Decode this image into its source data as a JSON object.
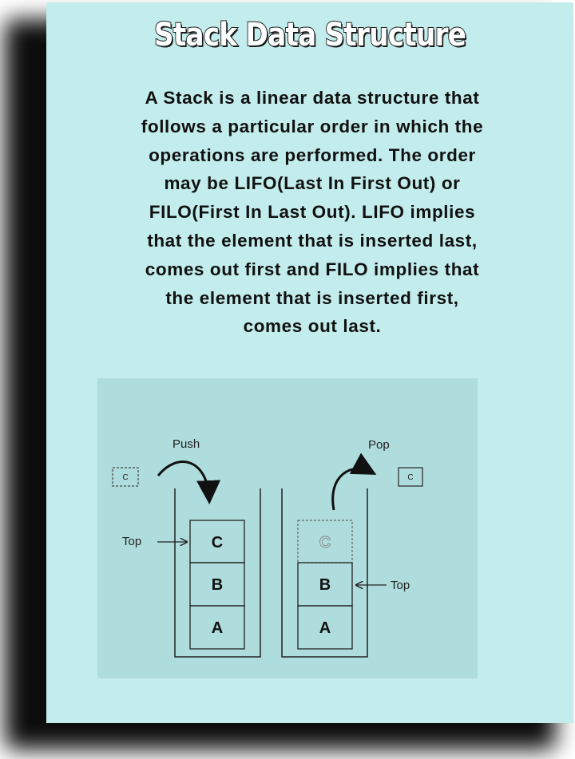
{
  "title": "Stack Data Structure",
  "description_lines": [
    "A Stack is a linear data structure that",
    "follows a particular order in which the",
    "operations are performed. The order",
    "may be LIFO(Last In First Out) or",
    "FILO(First In Last Out). LIFO implies",
    "that the element that is inserted last,",
    "comes out first and FILO implies that",
    "the element that is inserted first,",
    "comes out last."
  ],
  "diagram": {
    "push": {
      "label": "Push",
      "incoming": "C",
      "top_label": "Top",
      "items": [
        "C",
        "B",
        "A"
      ]
    },
    "pop": {
      "label": "Pop",
      "outgoing": "C",
      "top_label": "Top",
      "items": [
        "C",
        "B",
        "A"
      ]
    }
  }
}
